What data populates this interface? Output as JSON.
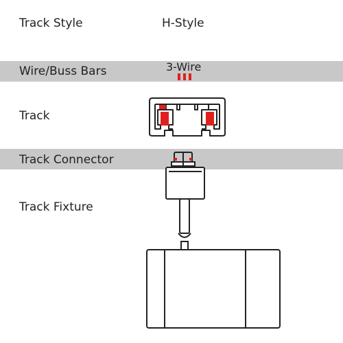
{
  "rows": {
    "track_style": {
      "label": "Track Style",
      "value": "H-Style"
    },
    "wire_buss_bars": {
      "label": "Wire/Buss Bars",
      "value": "3-Wire"
    },
    "track": {
      "label": "Track"
    },
    "track_connector": {
      "label": "Track Connector"
    },
    "track_fixture": {
      "label": "Track Fixture"
    }
  },
  "colors": {
    "band": "#c8c8c8",
    "accent_red": "#e0201e",
    "line": "#222222"
  }
}
